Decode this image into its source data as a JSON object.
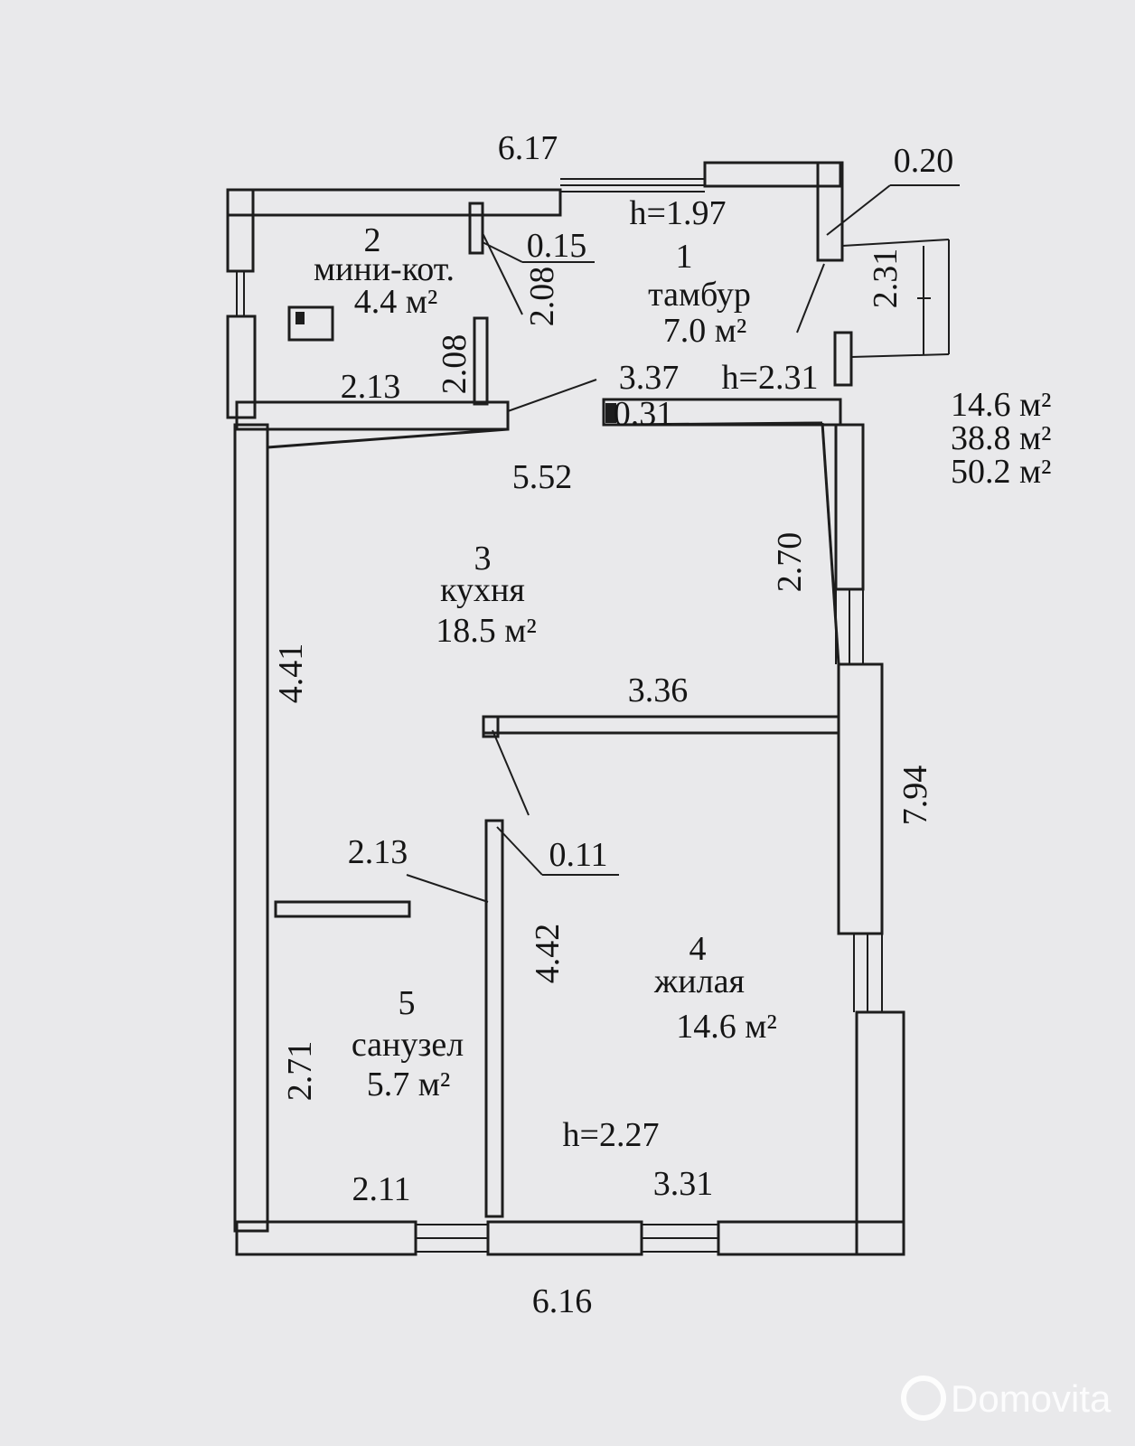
{
  "rooms": [
    {
      "number": "1",
      "name": "тамбур",
      "area": "7.0 м²"
    },
    {
      "number": "2",
      "name": "мини-кот.",
      "area": "4.4 м²"
    },
    {
      "number": "3",
      "name": "кухня",
      "area": "18.5 м²"
    },
    {
      "number": "4",
      "name": "жилая",
      "area": "14.6 м²"
    },
    {
      "number": "5",
      "name": "санузел",
      "area": "5.7 м²"
    }
  ],
  "heights": {
    "tambour": "h=1.97",
    "hall": "h=2.31",
    "living": "h=2.27"
  },
  "dimensions": {
    "top": "6.17",
    "bottom": "6.16",
    "right": "7.94",
    "wall_020": "0.20",
    "wall_015": "0.15",
    "porch": "2.31",
    "boiler_door": "2.08",
    "boiler_wall": "2.08",
    "boiler_width": "2.13",
    "tambour_width": "3.37",
    "tambour_wall": "0.31",
    "kitchen_width": "5.52",
    "kitchen_right": "2.70",
    "kitchen_left": "4.41",
    "living_top": "3.36",
    "partition": "0.11",
    "bath_top": "2.13",
    "living_left": "4.42",
    "bath_left": "2.71",
    "bath_bottom": "2.11",
    "living_bottom": "3.31"
  },
  "totals": [
    "14.6 м²",
    "38.8 м²",
    "50.2 м²"
  ],
  "watermark": "Domovita"
}
